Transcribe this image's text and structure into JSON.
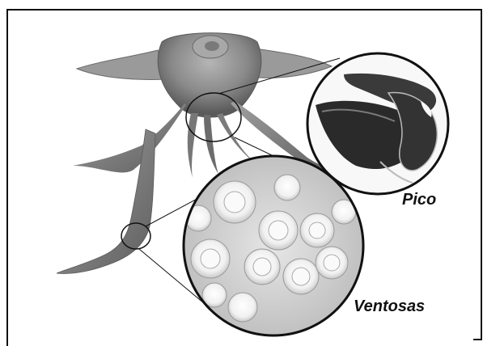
{
  "labels": {
    "beak": "Pico",
    "suckers": "Ventosas"
  },
  "icons": {
    "squid": "squid-illustration",
    "beak_zoom": "beak-magnifier",
    "suckers_zoom": "suckers-magnifier"
  },
  "colors": {
    "border": "#111111",
    "background": "#ffffff",
    "squid_body": "#8a8a8a",
    "beak_dark": "#2a2a2a"
  }
}
